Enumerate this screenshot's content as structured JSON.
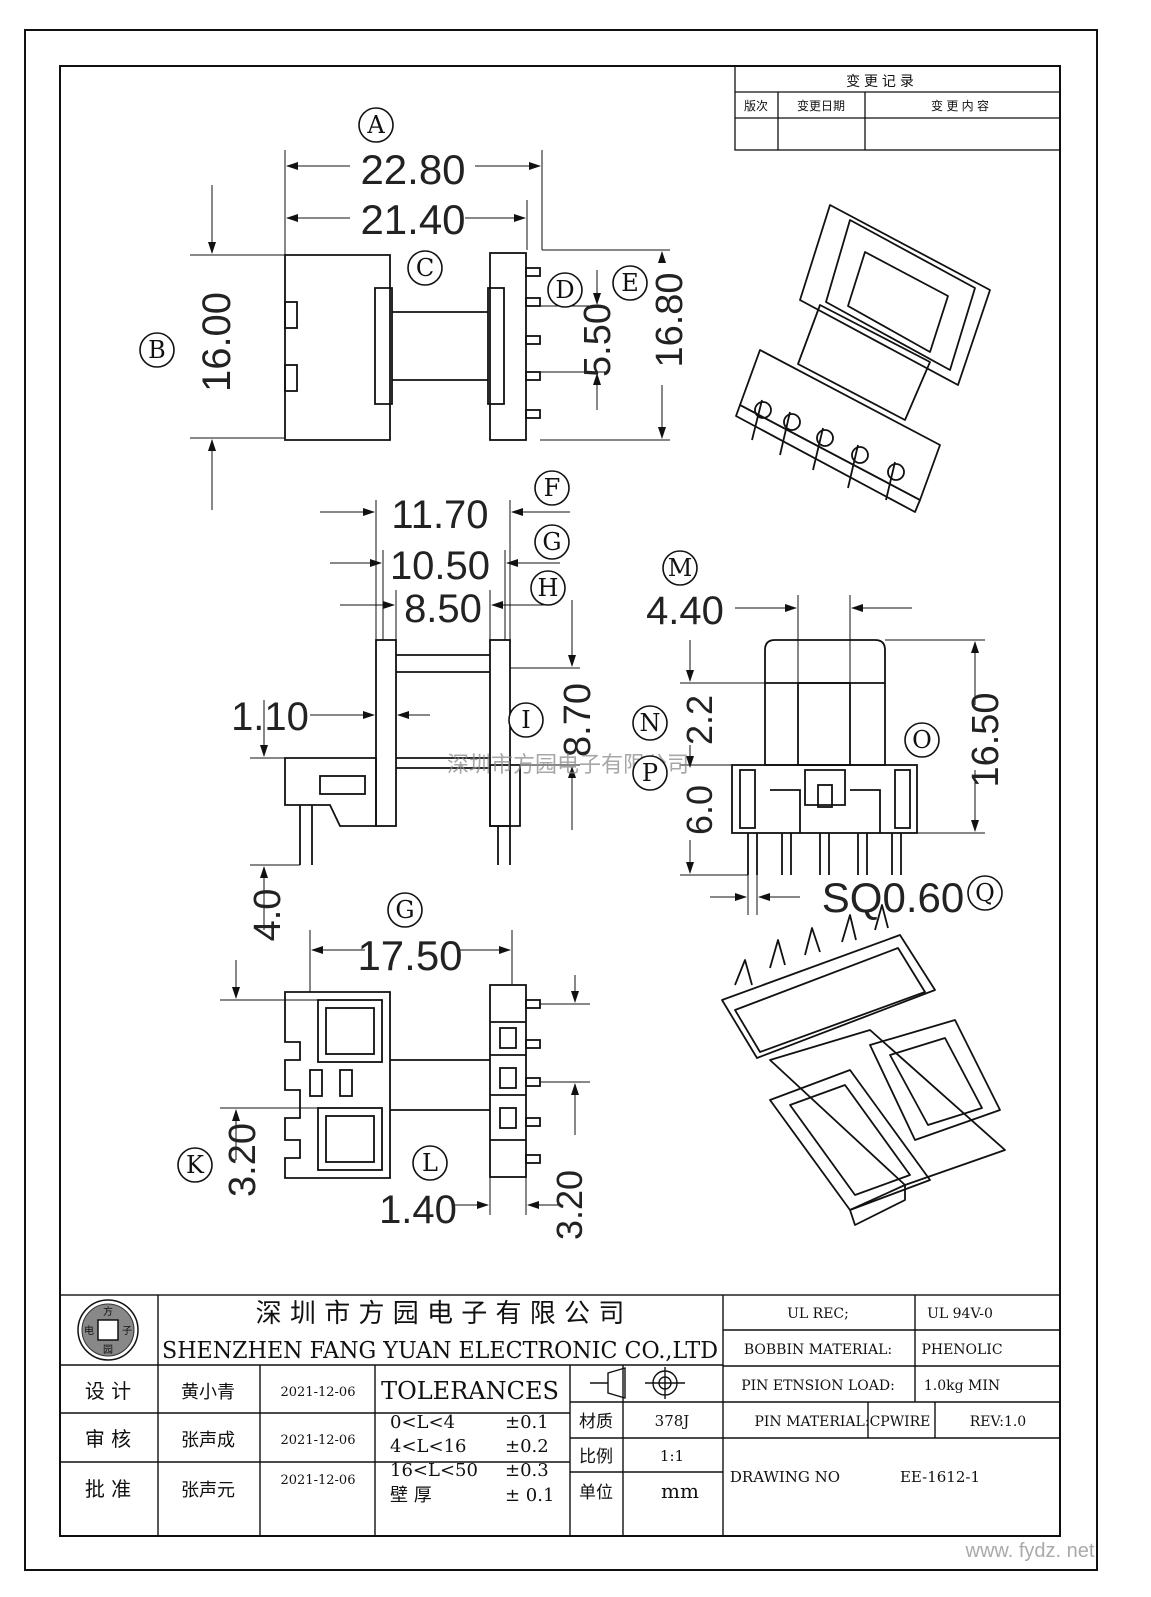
{
  "revision_block": {
    "title": "变 更 记 录",
    "col_version": "版次",
    "col_date": "变更日期",
    "col_content": "变 更 内 容"
  },
  "dimensions": {
    "A": "22.80",
    "A2": "21.40",
    "B": "16.00",
    "D": "5.50",
    "E": "16.80",
    "F": "11.70",
    "G": "10.50",
    "H": "8.50",
    "I": "8.70",
    "pin_gap": "1.10",
    "pin_len": "4.0",
    "M": "4.40",
    "N": "2.2",
    "P": "6.0",
    "O": "16.50",
    "Q": "SQ0.60",
    "G2": "17.50",
    "K": "3.20",
    "L": "1.40",
    "L2": "3.20"
  },
  "callouts": [
    "A",
    "B",
    "C",
    "D",
    "E",
    "F",
    "G",
    "H",
    "I",
    "M",
    "N",
    "O",
    "P",
    "Q",
    "G",
    "K",
    "L"
  ],
  "watermark_cn": "深圳市方园电子有限公司",
  "watermark_url": "www. fydz. net",
  "title_block": {
    "logo_chars": [
      "方",
      "电",
      "子",
      "园"
    ],
    "company_cn": "深 圳 市 方 园 电 子 有 限 公 司",
    "company_en": "SHENZHEN FANG YUAN ELECTRONIC CO.,LTD",
    "rows": [
      {
        "role": "设 计",
        "name": "黄小青",
        "date": "2021-12-06"
      },
      {
        "role": "审 核",
        "name": "张声成",
        "date": "2021-12-06"
      },
      {
        "role": "批 准",
        "name": "张声元",
        "date": "2021-12-06"
      }
    ],
    "tolerances_title": "TOLERANCES",
    "tolerances": [
      {
        "range": "0<L<4",
        "tol": "±0.1"
      },
      {
        "range": "4<L<16",
        "tol": "±0.2"
      },
      {
        "range": "16<L<50",
        "tol": "±0.3"
      },
      {
        "range": "壁 厚",
        "tol": "± 0.1"
      }
    ],
    "material_label": "材质",
    "material_value": "378J",
    "scale_label": "比例",
    "scale_value": "1:1",
    "unit_label": "单位",
    "unit_value": "mm",
    "ul_rec_label": "UL REC;",
    "ul_rec_value": "UL  94V-0",
    "bobbin_label": "BOBBIN MATERIAL:",
    "bobbin_value": "PHENOLIC",
    "pin_load_label": "PIN ETNSION LOAD:",
    "pin_load_value": "1.0kg MIN",
    "pin_mat_label": "PIN MATERIAL:",
    "pin_mat_value": "CPWIRE",
    "rev": "REV:1.0",
    "drawing_no_label": "DRAWING NO",
    "drawing_no_value": "EE-1612-1"
  }
}
